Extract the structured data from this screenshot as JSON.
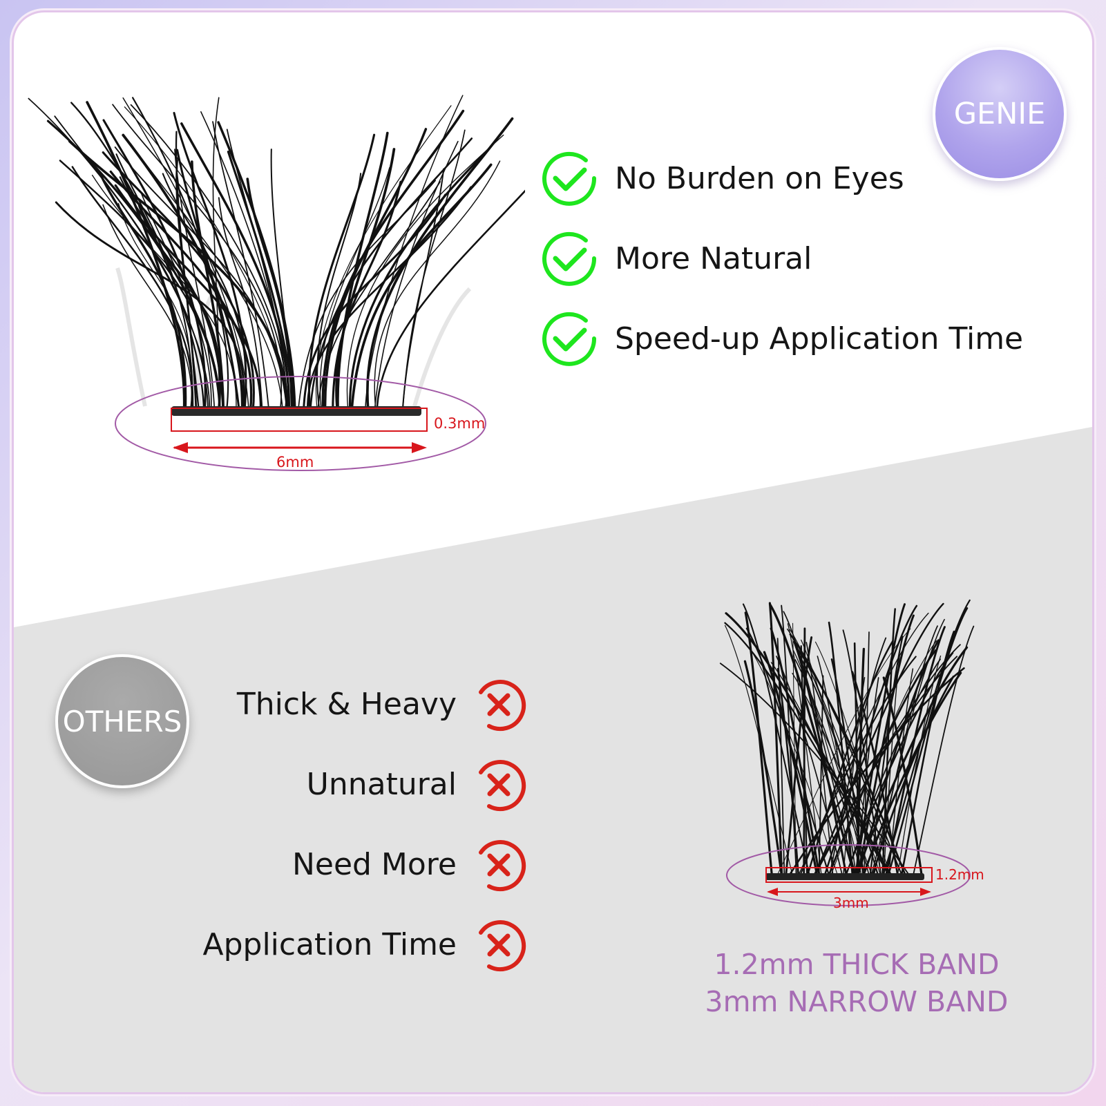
{
  "genie": {
    "badge_label": "GENIE",
    "band_thickness_label": "0.3mm",
    "band_width_label": "6mm",
    "benefits": [
      {
        "icon": "check-circle-icon",
        "text": "No Burden on Eyes"
      },
      {
        "icon": "check-circle-icon",
        "text": "More Natural"
      },
      {
        "icon": "check-circle-icon",
        "text": "Speed-up Application Time"
      }
    ]
  },
  "others": {
    "badge_label": "OTHERS",
    "band_thickness_label": "1.2mm",
    "band_width_label": "3mm",
    "drawbacks": [
      {
        "icon": "x-circle-icon",
        "text": "Thick & Heavy"
      },
      {
        "icon": "x-circle-icon",
        "text": "Unnatural"
      },
      {
        "icon": "x-circle-icon",
        "text": "Need More"
      },
      {
        "icon": "x-circle-icon",
        "text": "Application Time"
      }
    ],
    "band_notes": [
      "1.2mm THICK BAND",
      "3mm NARROW BAND"
    ]
  },
  "colors": {
    "check_green": "#1ee61e",
    "cross_red": "#d8231a",
    "genie_badge": "#a99ce9",
    "others_badge": "#a0a0a0",
    "measure_red": "#d8161c",
    "band_note_purple": "#a66cb4",
    "ellipse_outline": "#a25aa6",
    "lower_panel_gray": "#e3e3e3"
  }
}
